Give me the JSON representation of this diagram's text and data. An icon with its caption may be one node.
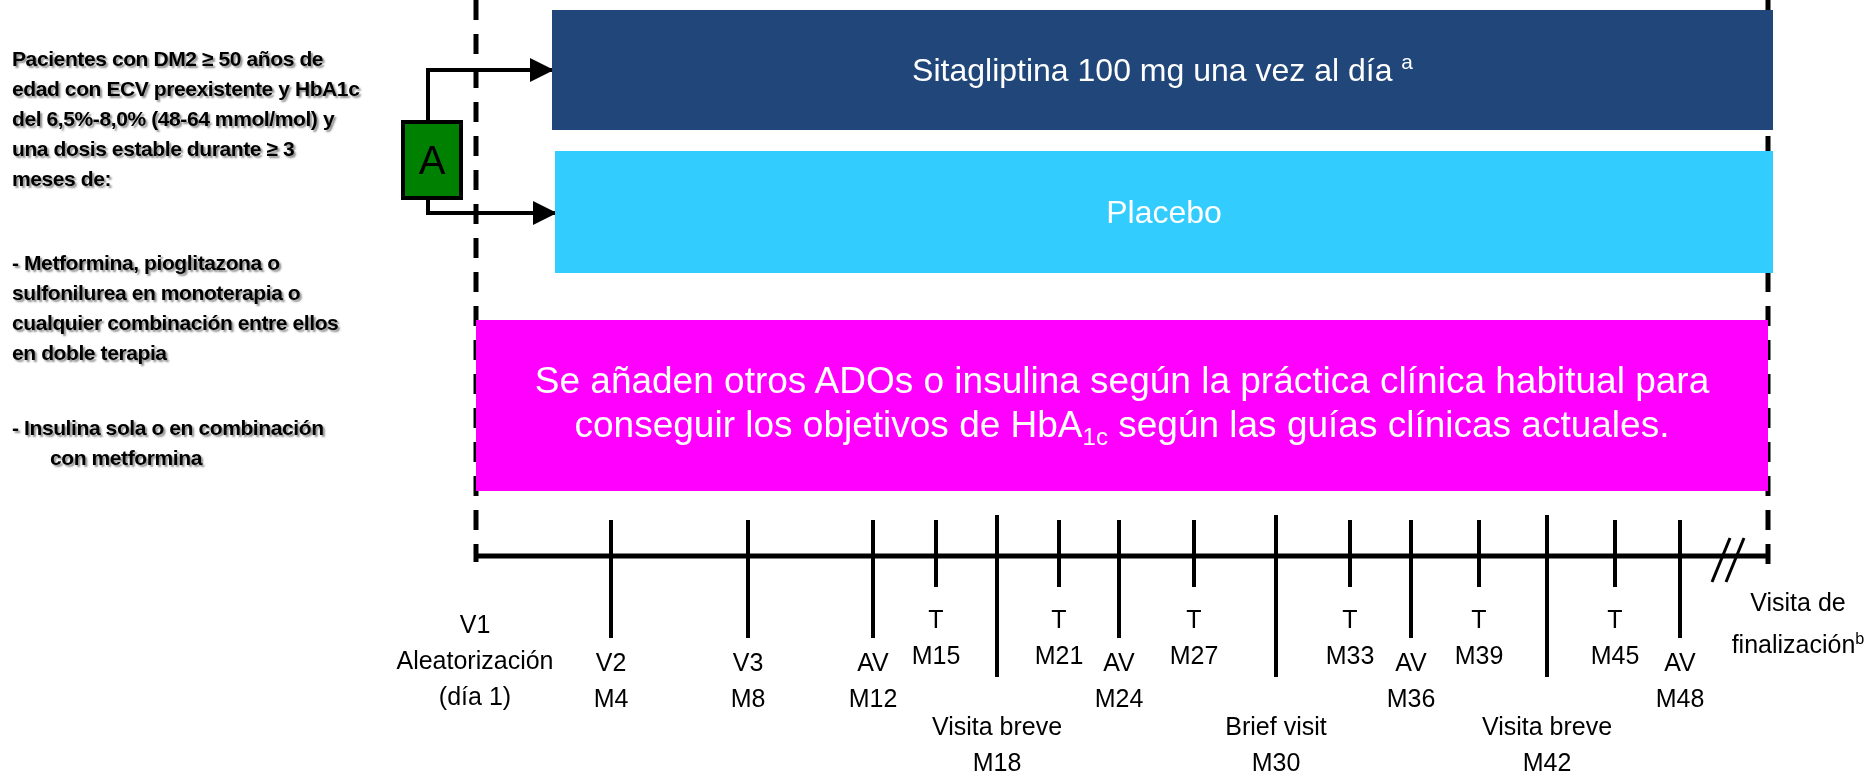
{
  "diagram": {
    "nodes": [
      {
        "text": [
          "A"
        ]
      },
      {
        "text": [
          "Sitagliptina 100 mg una vez al día $^{a}$"
        ]
      },
      {
        "text": [
          "Placebo"
        ]
      },
      {
        "text": [
          "Se añaden otros ADOs o insulina según la práctica clínica habitual para conseguir los objetivos de HbA$_{1c}$ según las guías clínicas actuales."
        ]
      }
    ],
    "edges": [
      {
        "from": 0,
        "to": 1,
        "arrow": "to"
      },
      {
        "from": 0,
        "to": 2,
        "arrow": "to"
      }
    ],
    "labels": [
      "Pacientes con DM2 ≥ 50 años de edad con ECV preexistente y HbA1c del 6,5%-8,0% (48-64 mmol/mol) y  una dosis estable durante ≥ 3 meses de:",
      "- Metformina, pioglitazona o sulfonilurea en monoterapia o cualquier combinación entre ellos en doble terapia",
      "- Insulina sola o en combinación con metformina",
      "V1 Aleatorización (día 1)",
      "V2 M4",
      "V3 M8",
      "AV M12",
      "T M15",
      "Visita breve M18",
      "T M21",
      "AV M24",
      "T M27",
      "Brief visit M30",
      "T M33",
      "AV M36",
      "T M39",
      "Visita breve M42",
      "T M45",
      "AV M48",
      "Visita de finalización$^{b}$"
    ]
  }
}
